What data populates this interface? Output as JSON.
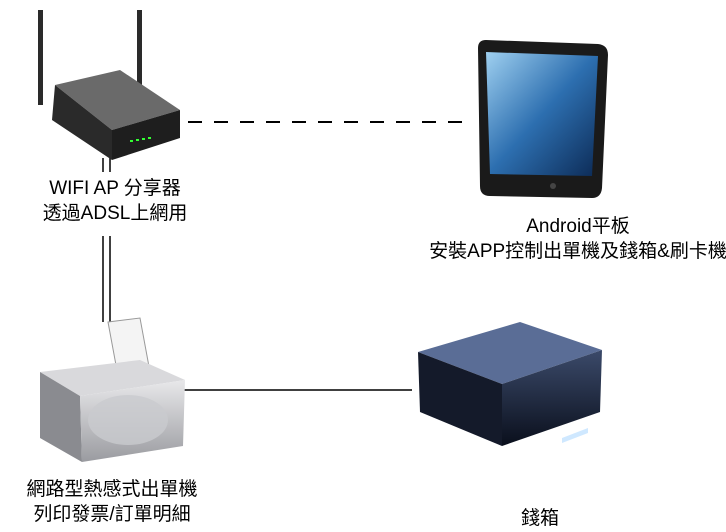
{
  "router": {
    "line1": "WIFI AP 分享器",
    "line2": "透過ADSL上網用"
  },
  "tablet": {
    "line1": "Android平板",
    "line2": "安裝APP控制出單機及錢箱&刷卡機"
  },
  "printer": {
    "line1": "網路型熱感式出單機",
    "line2": "列印發票/訂單明細"
  },
  "cashbox": {
    "line1": "錢箱"
  }
}
